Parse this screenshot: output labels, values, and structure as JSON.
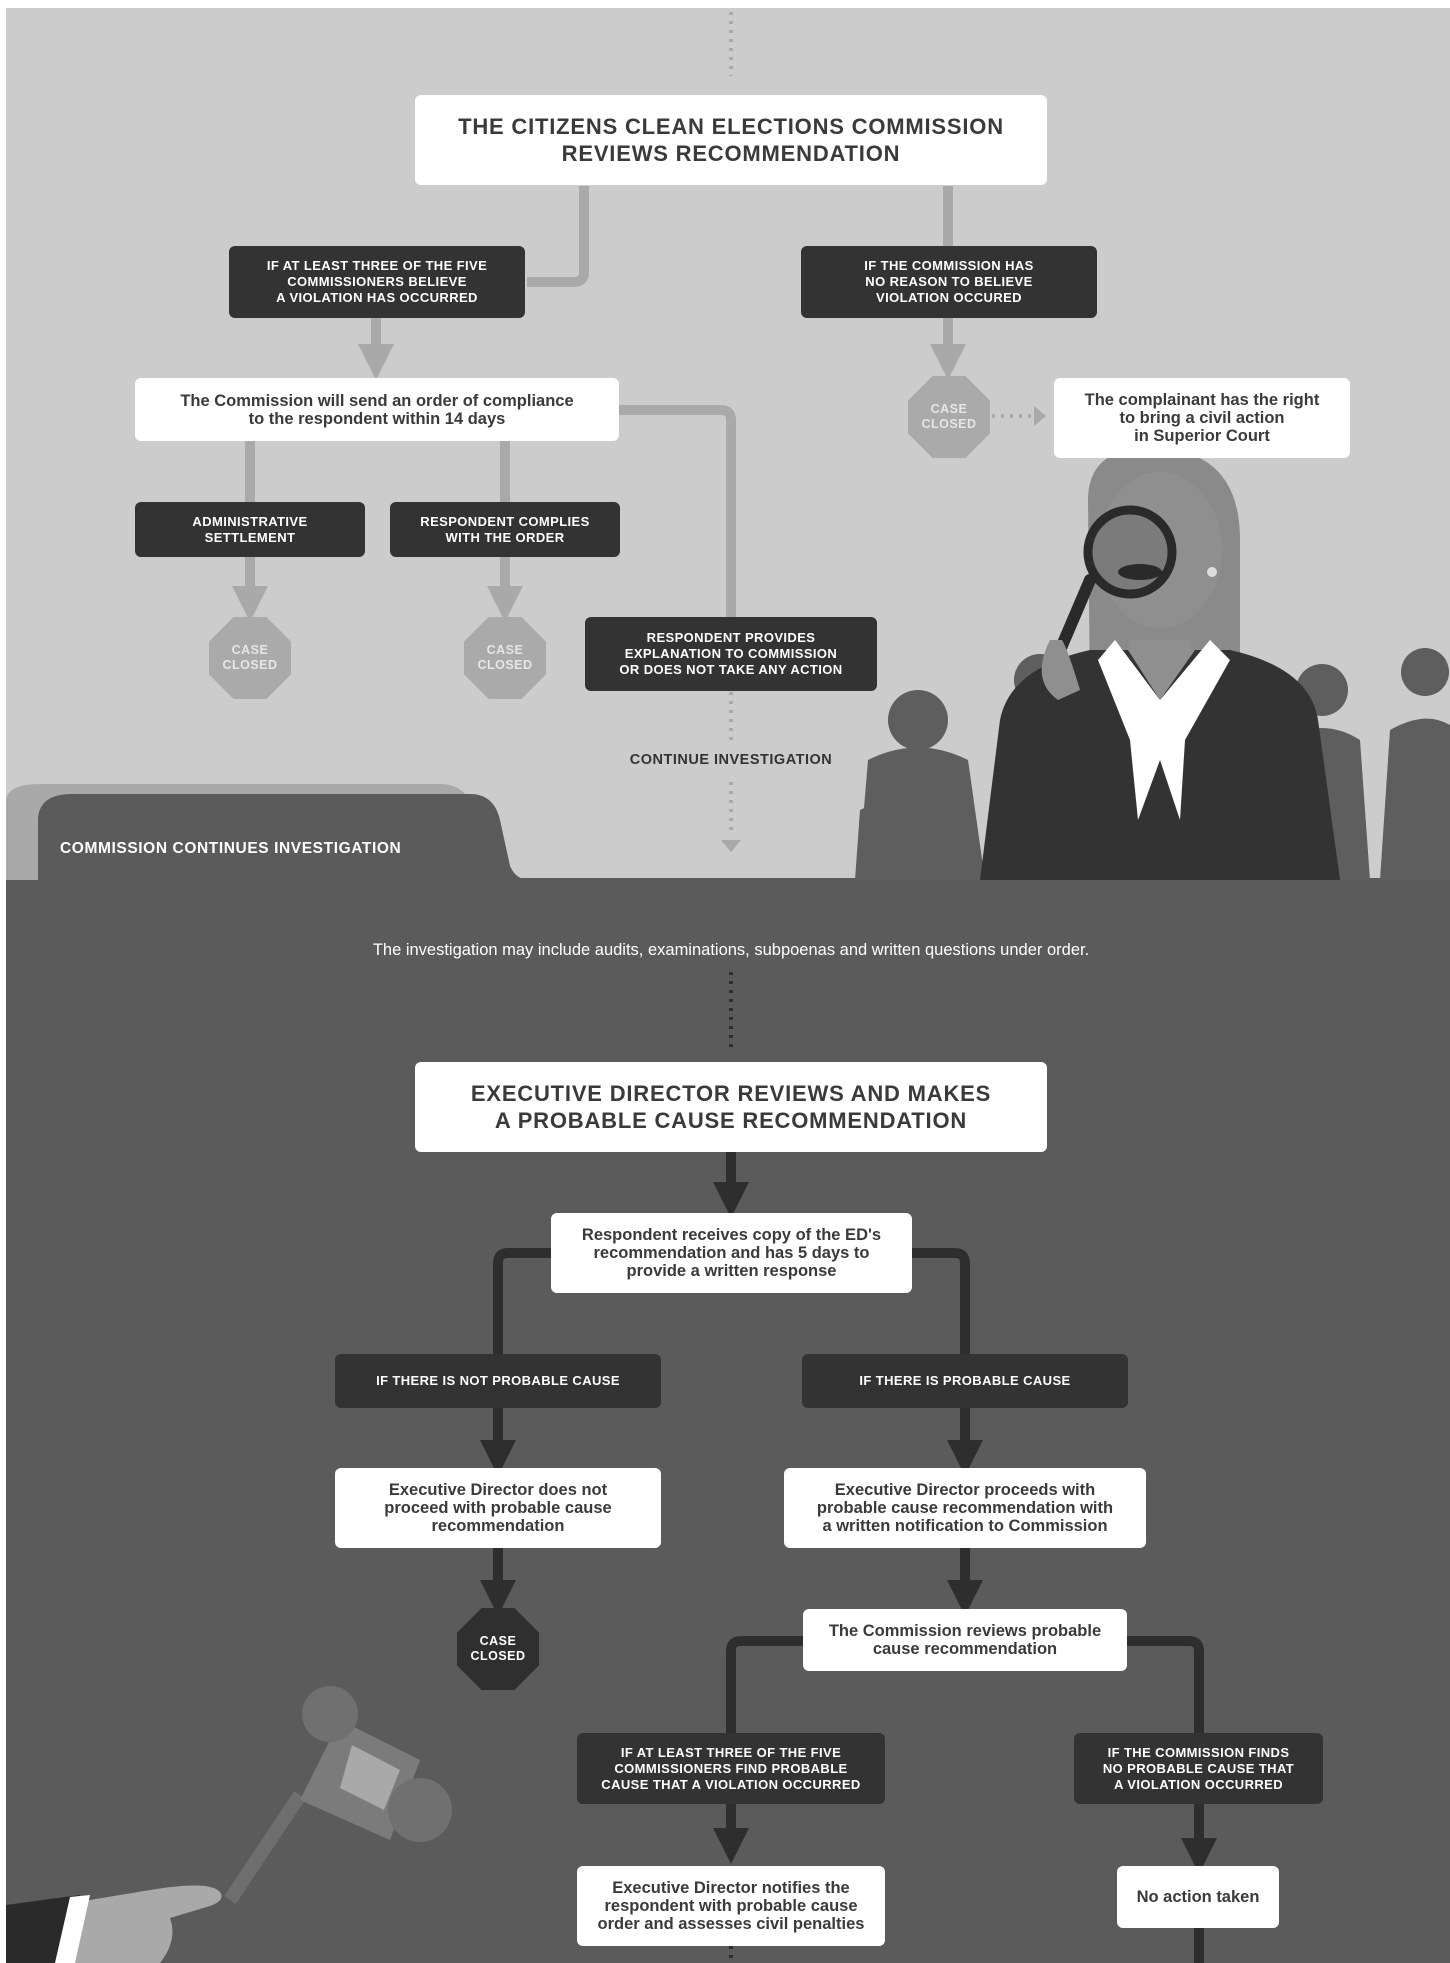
{
  "top": {
    "commission_title": "THE CITIZENS CLEAN ELECTIONS COMMISSION\nREVIEWS RECOMMENDATION",
    "if_three_believe": "IF AT LEAST THREE OF THE FIVE\nCOMMISSIONERS BELIEVE\nA VIOLATION HAS OCCURRED",
    "if_no_reason": "IF THE COMMISSION HAS\nNO REASON TO BELIEVE\nVIOLATION OCCURED",
    "order_of_compliance": "The Commission will send an order of compliance\nto the respondent within 14 days",
    "case_closed_right": "CASE\nCLOSED",
    "complainant_right": "The complainant has the right\nto bring a civil action\nin Superior Court",
    "administrative_settlement": "ADMINISTRATIVE\nSETTLEMENT",
    "respondent_complies": "RESPONDENT COMPLIES\nWITH THE ORDER",
    "case_closed_left": "CASE\nCLOSED",
    "case_closed_mid": "CASE\nCLOSED",
    "respondent_provides": "RESPONDENT PROVIDES\nEXPLANATION TO COMMISSION\nOR DOES NOT TAKE ANY ACTION",
    "continue_investigation": "CONTINUE INVESTIGATION"
  },
  "section_tab": "COMMISSION CONTINUES INVESTIGATION",
  "bottom": {
    "investigation_note": "The investigation may include audits, examinations, subpoenas and written questions under order.",
    "ed_title": "EXECUTIVE DIRECTOR REVIEWS AND MAKES\nA PROBABLE CAUSE RECOMMENDATION",
    "respondent_receives": "Respondent receives copy of the ED's\nrecommendation and has 5 days to\nprovide a written response",
    "no_probable_cause": "IF THERE IS NOT PROBABLE CAUSE",
    "probable_cause": "IF THERE IS PROBABLE CAUSE",
    "ed_not_proceed": "Executive Director does not\nproceed with probable cause\nrecommendation",
    "ed_proceeds": "Executive Director proceeds with\nprobable cause recommendation with\na written notification to Commission",
    "case_closed": "CASE\nCLOSED",
    "commission_reviews": "The Commission reviews probable\ncause recommendation",
    "if_three_find": "IF AT LEAST THREE OF THE FIVE\nCOMMISSIONERS FIND PROBABLE\nCAUSE THAT A VIOLATION OCCURRED",
    "if_finds_none": "IF THE COMMISSION FINDS\nNO PROBABLE CAUSE THAT\nA VIOLATION OCCURRED",
    "ed_notifies": "Executive Director notifies the\nrespondent with probable cause\norder and assesses civil penalties",
    "no_action": "No action taken"
  },
  "colors": {
    "top_bg": "#cccccc",
    "bottom_bg": "#5b5b5b",
    "dark_box": "#333333",
    "white_box": "#ffffff",
    "light_connector": "#a9a9a9",
    "dark_connector": "#2e2e2e"
  }
}
